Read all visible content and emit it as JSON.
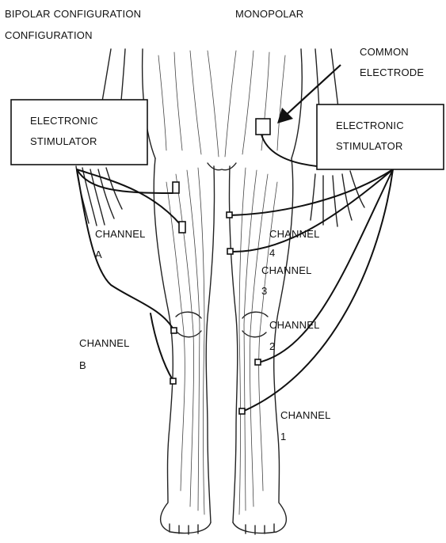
{
  "headings": {
    "bipolar_line1": "BIPOLAR CONFIGURATION",
    "bipolar_line2": "CONFIGURATION",
    "monopolar": "MONOPOLAR"
  },
  "common_electrode": {
    "line1": "COMMON",
    "line2": "ELECTRODE"
  },
  "stimulator_left": {
    "line1": "ELECTRONIC",
    "line2": "STIMULATOR"
  },
  "stimulator_right": {
    "line1": "ELECTRONIC",
    "line2": "STIMULATOR"
  },
  "channels": {
    "a": {
      "label": "CHANNEL",
      "id": "A"
    },
    "b": {
      "label": "CHANNEL",
      "id": "B"
    },
    "ch4": {
      "label": "CHANNEL",
      "id": "4"
    },
    "ch3": {
      "label": "CHANNEL",
      "id": "3"
    },
    "ch2": {
      "label": "CHANNEL",
      "id": "2"
    },
    "ch1": {
      "label": "CHANNEL",
      "id": "1"
    }
  },
  "colors": {
    "ink": "#111111",
    "background": "#ffffff"
  }
}
